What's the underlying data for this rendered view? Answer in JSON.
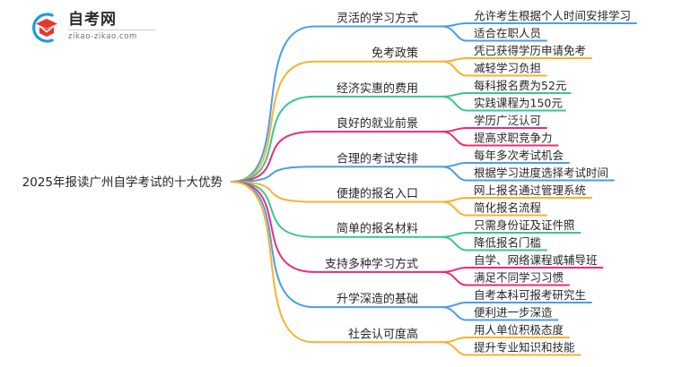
{
  "logo": {
    "name_cn": "自考网",
    "domain": "zikao-zikao.com",
    "mark_outer_color": "#1b9ae0",
    "mark_cap_color": "#e8352b"
  },
  "mindmap": {
    "root": {
      "label": "2025年报读广州自学考试的十大优势"
    },
    "colors": {
      "blue": "#4a9ee8",
      "orange": "#f8b133",
      "green": "#36c98a",
      "pink": "#ee2a7b"
    },
    "branches": [
      {
        "label": "灵活的学习方式",
        "color": "#4a9ee8",
        "color_name": "blue",
        "children": [
          "允许考生根据个人时间安排学习",
          "适合在职人员"
        ]
      },
      {
        "label": "免考政策",
        "color": "#f8b133",
        "color_name": "orange",
        "children": [
          "凭已获得学历申请免考",
          "减轻学习负担"
        ]
      },
      {
        "label": "经济实惠的费用",
        "color": "#36c98a",
        "color_name": "green",
        "children": [
          "每科报名费为52元",
          "实践课程为150元"
        ]
      },
      {
        "label": "良好的就业前景",
        "color": "#ee2a7b",
        "color_name": "pink",
        "children": [
          "学历广泛认可",
          "提高求职竞争力"
        ]
      },
      {
        "label": "合理的考试安排",
        "color": "#4a9ee8",
        "color_name": "blue",
        "children": [
          "每年多次考试机会",
          "根据学习进度选择考试时间"
        ]
      },
      {
        "label": "便捷的报名入口",
        "color": "#f8b133",
        "color_name": "orange",
        "children": [
          "网上报名通过管理系统",
          "简化报名流程"
        ]
      },
      {
        "label": "简单的报名材料",
        "color": "#36c98a",
        "color_name": "green",
        "children": [
          "只需身份证及证件照",
          "降低报名门槛"
        ]
      },
      {
        "label": "支持多种学习方式",
        "color": "#ee2a7b",
        "color_name": "pink",
        "children": [
          "自学、网络课程或辅导班",
          "满足不同学习习惯"
        ]
      },
      {
        "label": "升学深造的基础",
        "color": "#4a9ee8",
        "color_name": "blue",
        "children": [
          "自考本科可报考研究生",
          "便利进一步深造"
        ]
      },
      {
        "label": "社会认可度高",
        "color": "#f8b133",
        "color_name": "orange",
        "children": [
          "用人单位积极态度",
          "提升专业知识和技能"
        ]
      }
    ]
  }
}
